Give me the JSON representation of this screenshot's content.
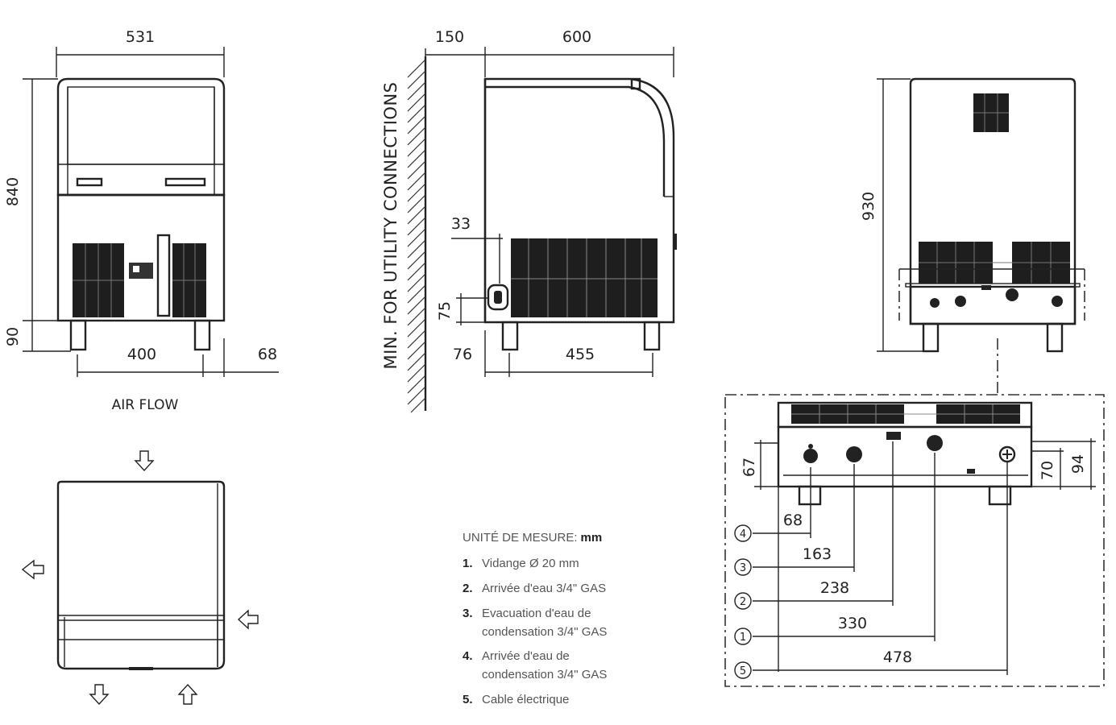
{
  "front_view": {
    "width": "531",
    "height_body": "840",
    "height_legs": "90",
    "leg_spacing": "400",
    "leg_offset": "68"
  },
  "side_view": {
    "wall_clearance": "150",
    "depth": "600",
    "wall_label": "MIN. FOR UTILITY CONNECTIONS",
    "drain_top": "33",
    "drain_height": "75",
    "leg_front": "76",
    "leg_spacing": "455"
  },
  "rear_view": {
    "height_total": "930"
  },
  "rear_detail": {
    "h_left": "67",
    "h_right_1": "70",
    "h_right_2": "94",
    "offsets": [
      {
        "num": "4",
        "value": "68"
      },
      {
        "num": "3",
        "value": "163"
      },
      {
        "num": "2",
        "value": "238"
      },
      {
        "num": "1",
        "value": "330"
      },
      {
        "num": "5",
        "value": "478"
      }
    ]
  },
  "airflow": {
    "title": "AIR FLOW"
  },
  "legend": {
    "unit_label": "UNITÉ DE MESURE:",
    "unit_value": "mm",
    "items": [
      {
        "num": "1.",
        "text": "Vidange Ø 20 mm"
      },
      {
        "num": "2.",
        "text": "Arrivée d'eau 3/4\" GAS"
      },
      {
        "num": "3.",
        "text": "Evacuation d'eau de",
        "text2": "condensation 3/4\" GAS"
      },
      {
        "num": "4.",
        "text": "Arrivée d'eau de",
        "text2": "condensation 3/4\" GAS"
      },
      {
        "num": "5.",
        "text": "Cable électrique"
      }
    ]
  }
}
